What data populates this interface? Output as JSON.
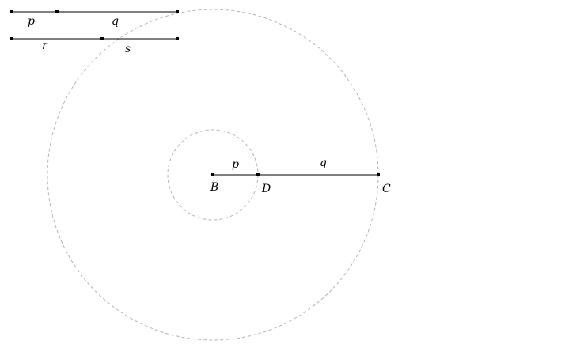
{
  "diagram": {
    "labels": {
      "p_top": "p",
      "q_top": "q",
      "r": "r",
      "s": "s",
      "p_mid": "p",
      "q_mid": "q",
      "B": "B",
      "D": "D",
      "C": "C"
    },
    "colors": {
      "ink": "#000000",
      "guide": "#b4b4b4",
      "background": "#ffffff"
    }
  }
}
